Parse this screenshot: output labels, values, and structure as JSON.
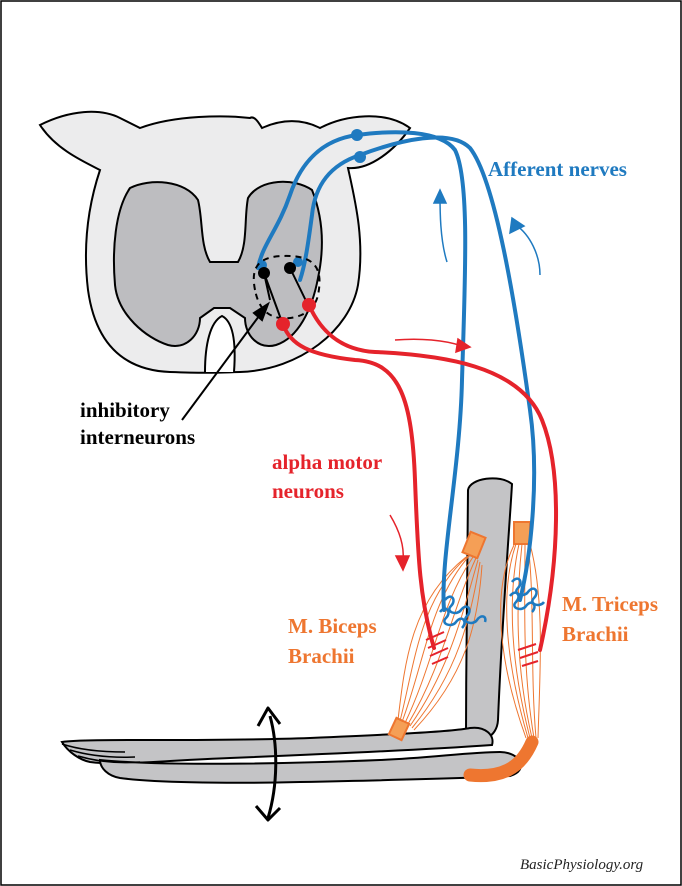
{
  "labels": {
    "afferent": "Afferent nerves",
    "inhibitory_line1": "inhibitory",
    "inhibitory_line2": "interneurons",
    "alpha_line1": "alpha motor",
    "alpha_line2": "neurons",
    "biceps_line1": "M. Biceps",
    "biceps_line2": "Brachii",
    "triceps_line1": "M. Triceps",
    "triceps_line2": "Brachii"
  },
  "credit": "BasicPhysiology.org",
  "colors": {
    "afferent": "#1f7ac0",
    "motor": "#e5232b",
    "muscle": "#ee7630",
    "bone": "#c4c4c6",
    "white_matter": "#ececed",
    "grey_matter": "#bdbdc0"
  }
}
